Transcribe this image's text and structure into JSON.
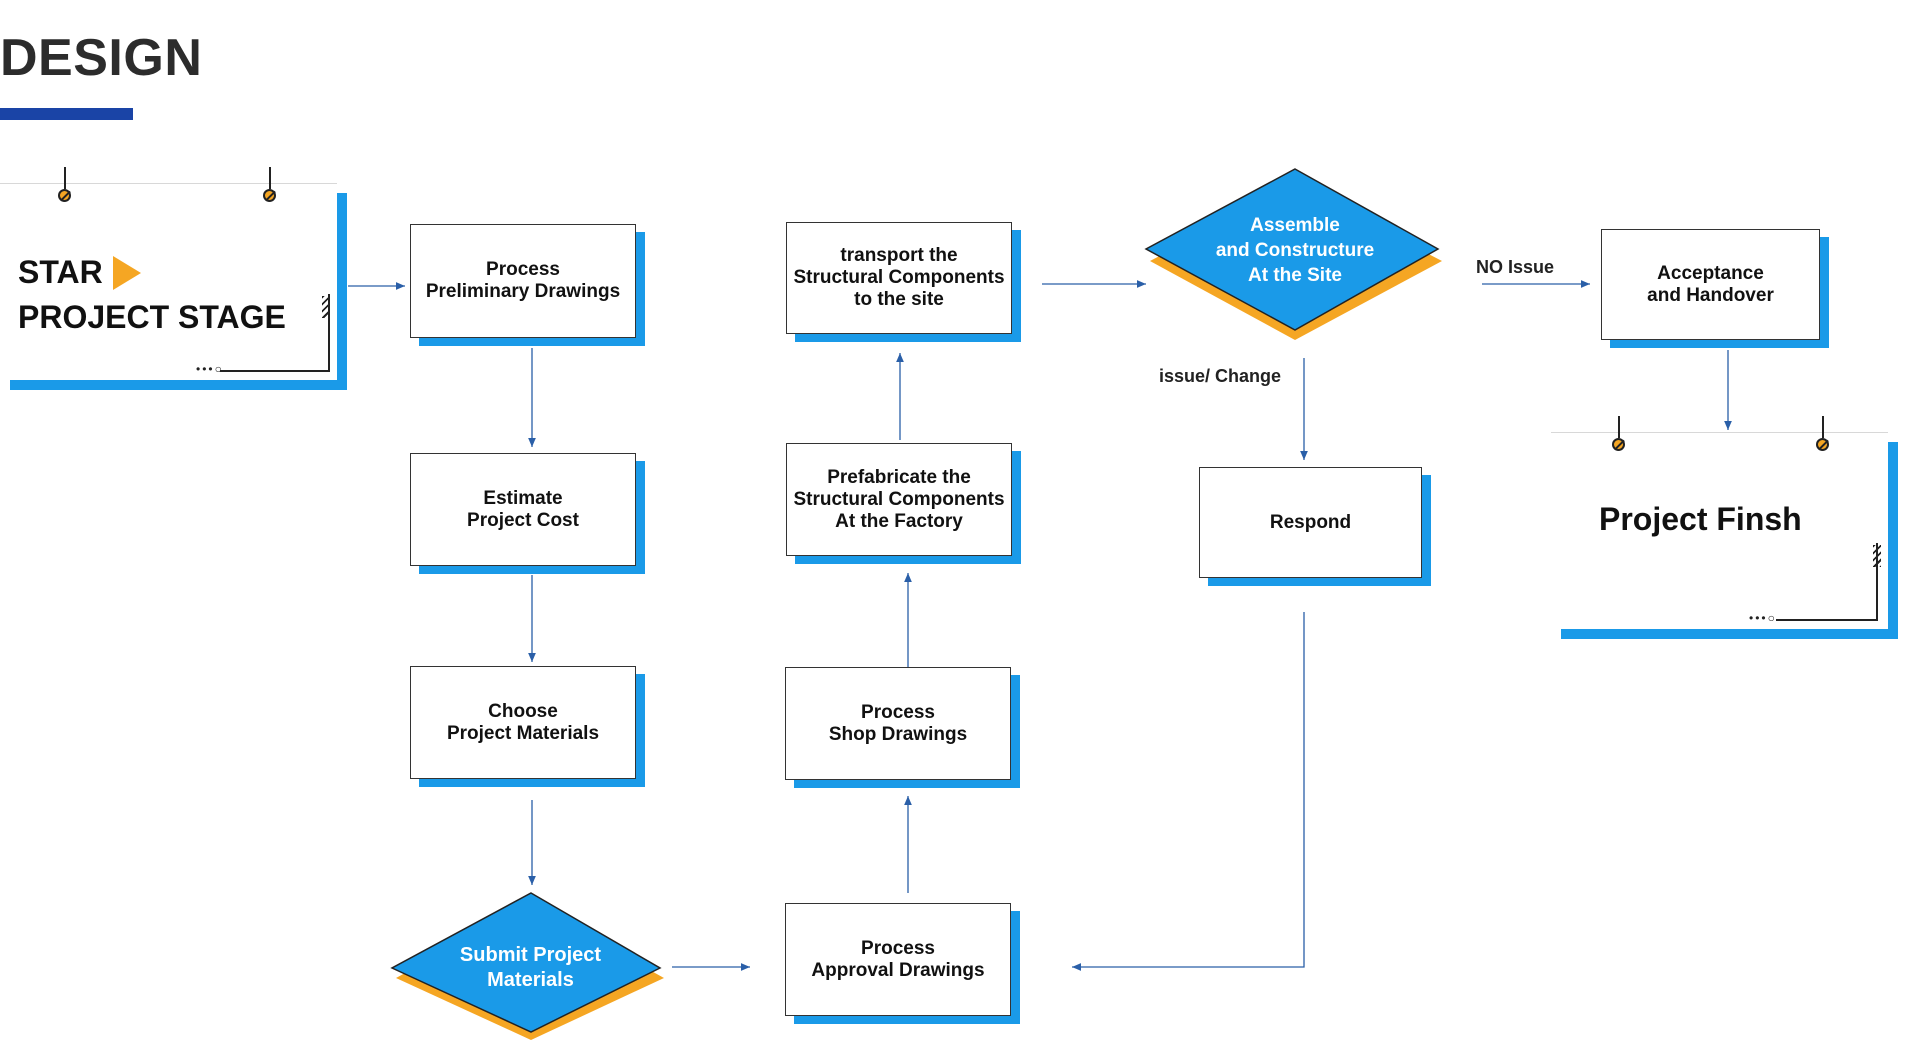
{
  "page": {
    "title": "DESIGN"
  },
  "colors": {
    "accent_blue": "#1a9ae8",
    "accent_orange": "#f5a623",
    "title_bar": "#1a44a6",
    "arrow": "#2a5fa8"
  },
  "start_card": {
    "line1": "STAR",
    "line2": "PROJECT STAGE",
    "icon": "play-triangle-icon"
  },
  "end_card": {
    "label": "Project Finsh"
  },
  "nodes": {
    "process_preliminary": "Process\nPreliminary Drawings",
    "estimate_cost": "Estimate\nProject Cost",
    "choose_materials": "Choose\nProject Materials",
    "submit_materials": "Submit Project\nMaterials",
    "approval_drawings": "Process\nApproval Drawings",
    "shop_drawings": "Process\nShop Drawings",
    "prefabricate": "Prefabricate the\nStructural Components\nAt the Factory",
    "transport": "transport the\nStructural Components\nto the site",
    "assemble": "Assemble\nand Constructure\nAt the Site",
    "respond": "Respond",
    "acceptance": "Acceptance\nand Handover"
  },
  "edge_labels": {
    "no_issue": "NO Issue",
    "issue_change": "issue/ Change"
  }
}
